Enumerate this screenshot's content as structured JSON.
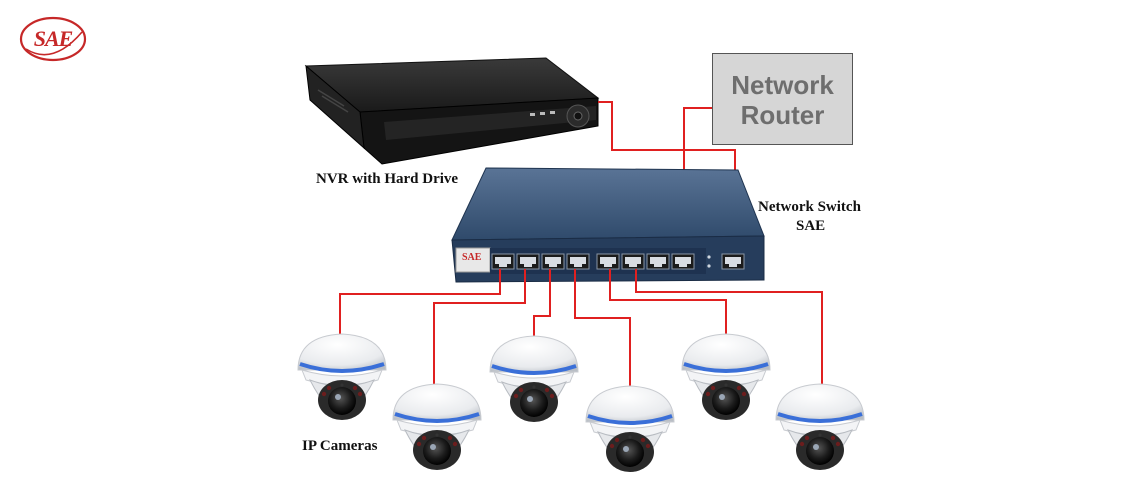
{
  "logo": {
    "text": "SAE",
    "color": "#c62828"
  },
  "router": {
    "label": "Network\nRouter",
    "fill": "#d6d6d6",
    "text_color": "#6e6e6e"
  },
  "nvr": {
    "label": "NVR with Hard Drive"
  },
  "switch": {
    "label_line1": "Network Switch",
    "label_line2": "SAE",
    "brand": "SAE",
    "body_color": "#2f4a6b"
  },
  "cameras": {
    "label": "IP Cameras",
    "count": 6
  },
  "colors": {
    "cable": "#e02020",
    "accent_ring": "#3a6fd8"
  }
}
